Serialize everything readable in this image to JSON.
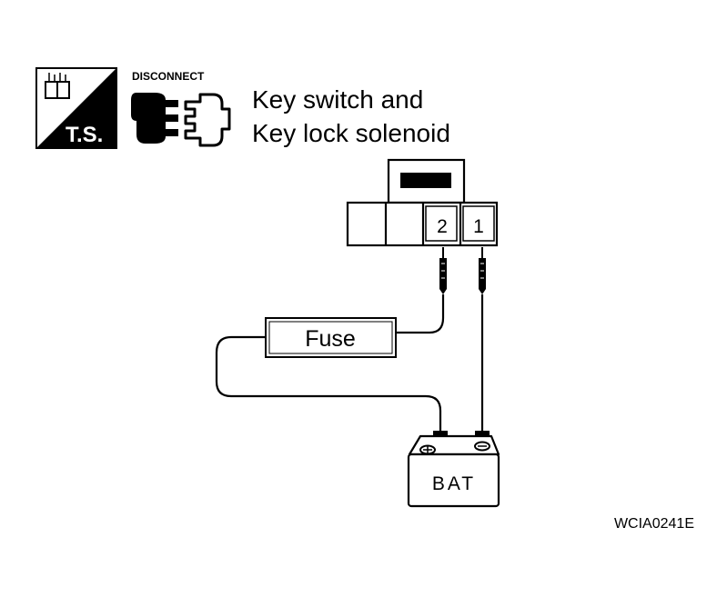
{
  "ts_badge": {
    "label": "T.S."
  },
  "disconnect": {
    "label": "DISCONNECT"
  },
  "title": {
    "line1": "Key switch and",
    "line2": "Key lock solenoid"
  },
  "connector": {
    "pins": [
      "2",
      "1"
    ]
  },
  "fuse": {
    "label": "Fuse"
  },
  "battery": {
    "label": "BAT"
  },
  "figure_code": "WCIA0241E",
  "colors": {
    "ink": "#000000",
    "paper": "#ffffff"
  }
}
